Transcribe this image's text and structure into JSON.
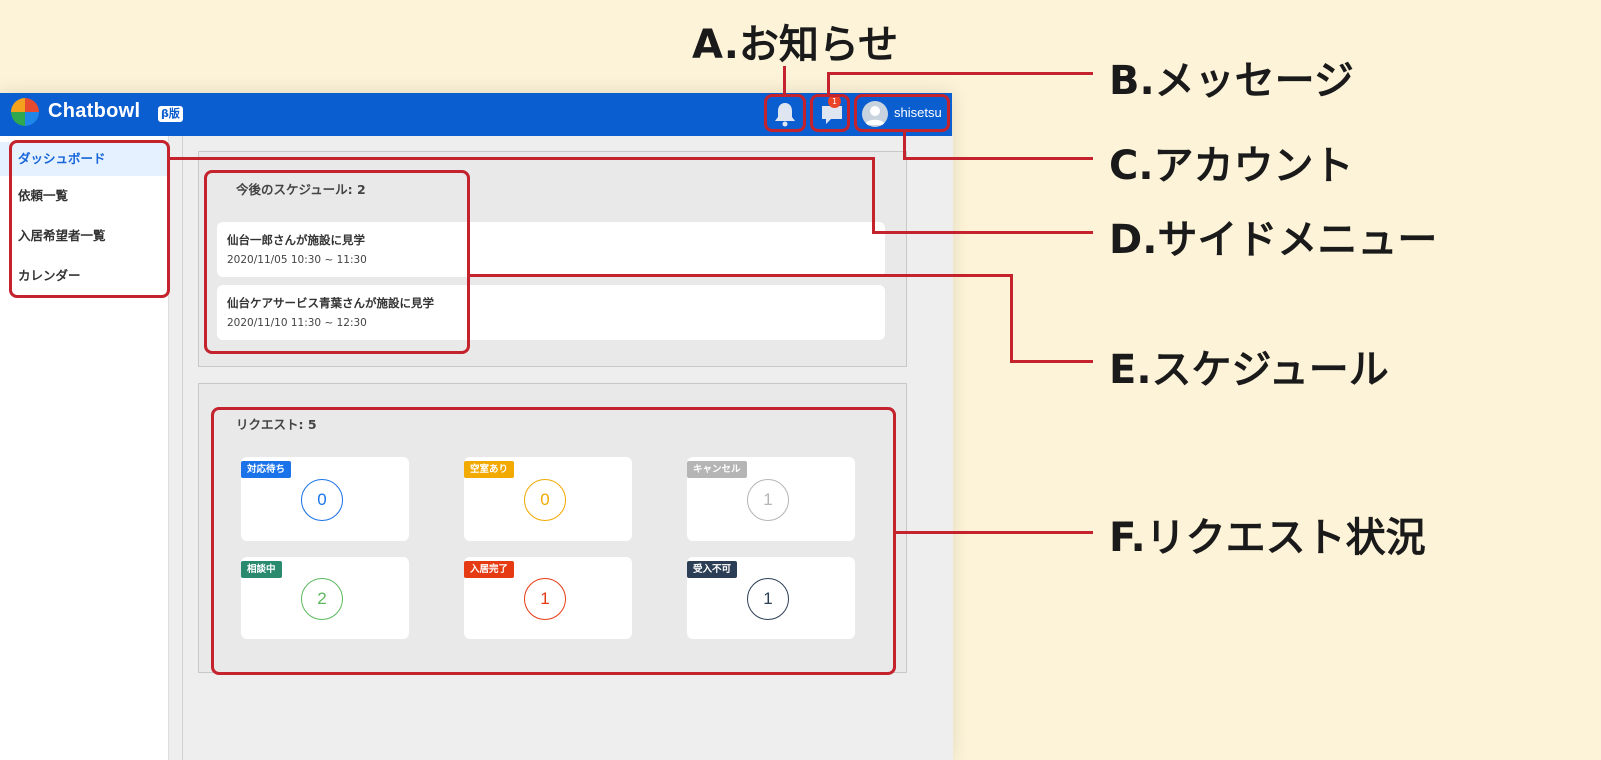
{
  "app": {
    "brand": "Chatbowl",
    "beta_label": "β版",
    "message_badge_count": "1",
    "account_name": "shisetsu"
  },
  "sidebar": {
    "items": [
      {
        "label": "ダッシュボード"
      },
      {
        "label": "依頼一覧"
      },
      {
        "label": "入居希望者一覧"
      },
      {
        "label": "カレンダー"
      }
    ]
  },
  "schedule": {
    "title": "今後のスケジュール: 2",
    "items": [
      {
        "title": "仙台一郎さんが施設に見学",
        "time": "2020/11/05   10:30 ~ 11:30"
      },
      {
        "title": "仙台ケアサービス青葉さんが施設に見学",
        "time": "2020/11/10   11:30 ~ 12:30"
      }
    ]
  },
  "requests": {
    "title": "リクエスト: 5",
    "items": [
      {
        "label": "対応待ち",
        "count": "0",
        "color": "#1a73e8"
      },
      {
        "label": "空室あり",
        "count": "0",
        "color": "#f2a900"
      },
      {
        "label": "キャンセル",
        "count": "1",
        "color": "#b5b5b5"
      },
      {
        "label": "相談中",
        "count": "2",
        "color": "#2a8a6e",
        "count_color": "#5cb85c"
      },
      {
        "label": "入居完了",
        "count": "1",
        "color": "#e63b12"
      },
      {
        "label": "受入不可",
        "count": "1",
        "color": "#2c3e55"
      }
    ]
  },
  "callouts": {
    "a": "A.お知らせ",
    "b": "B.メッセージ",
    "c": "C.アカウント",
    "d": "D.サイドメニュー",
    "e": "E.スケジュール",
    "f": "F.リクエスト状況"
  },
  "colors": {
    "background": "#fdf3d8",
    "topbar": "#0b5ed0",
    "highlight": "#c4222c"
  }
}
